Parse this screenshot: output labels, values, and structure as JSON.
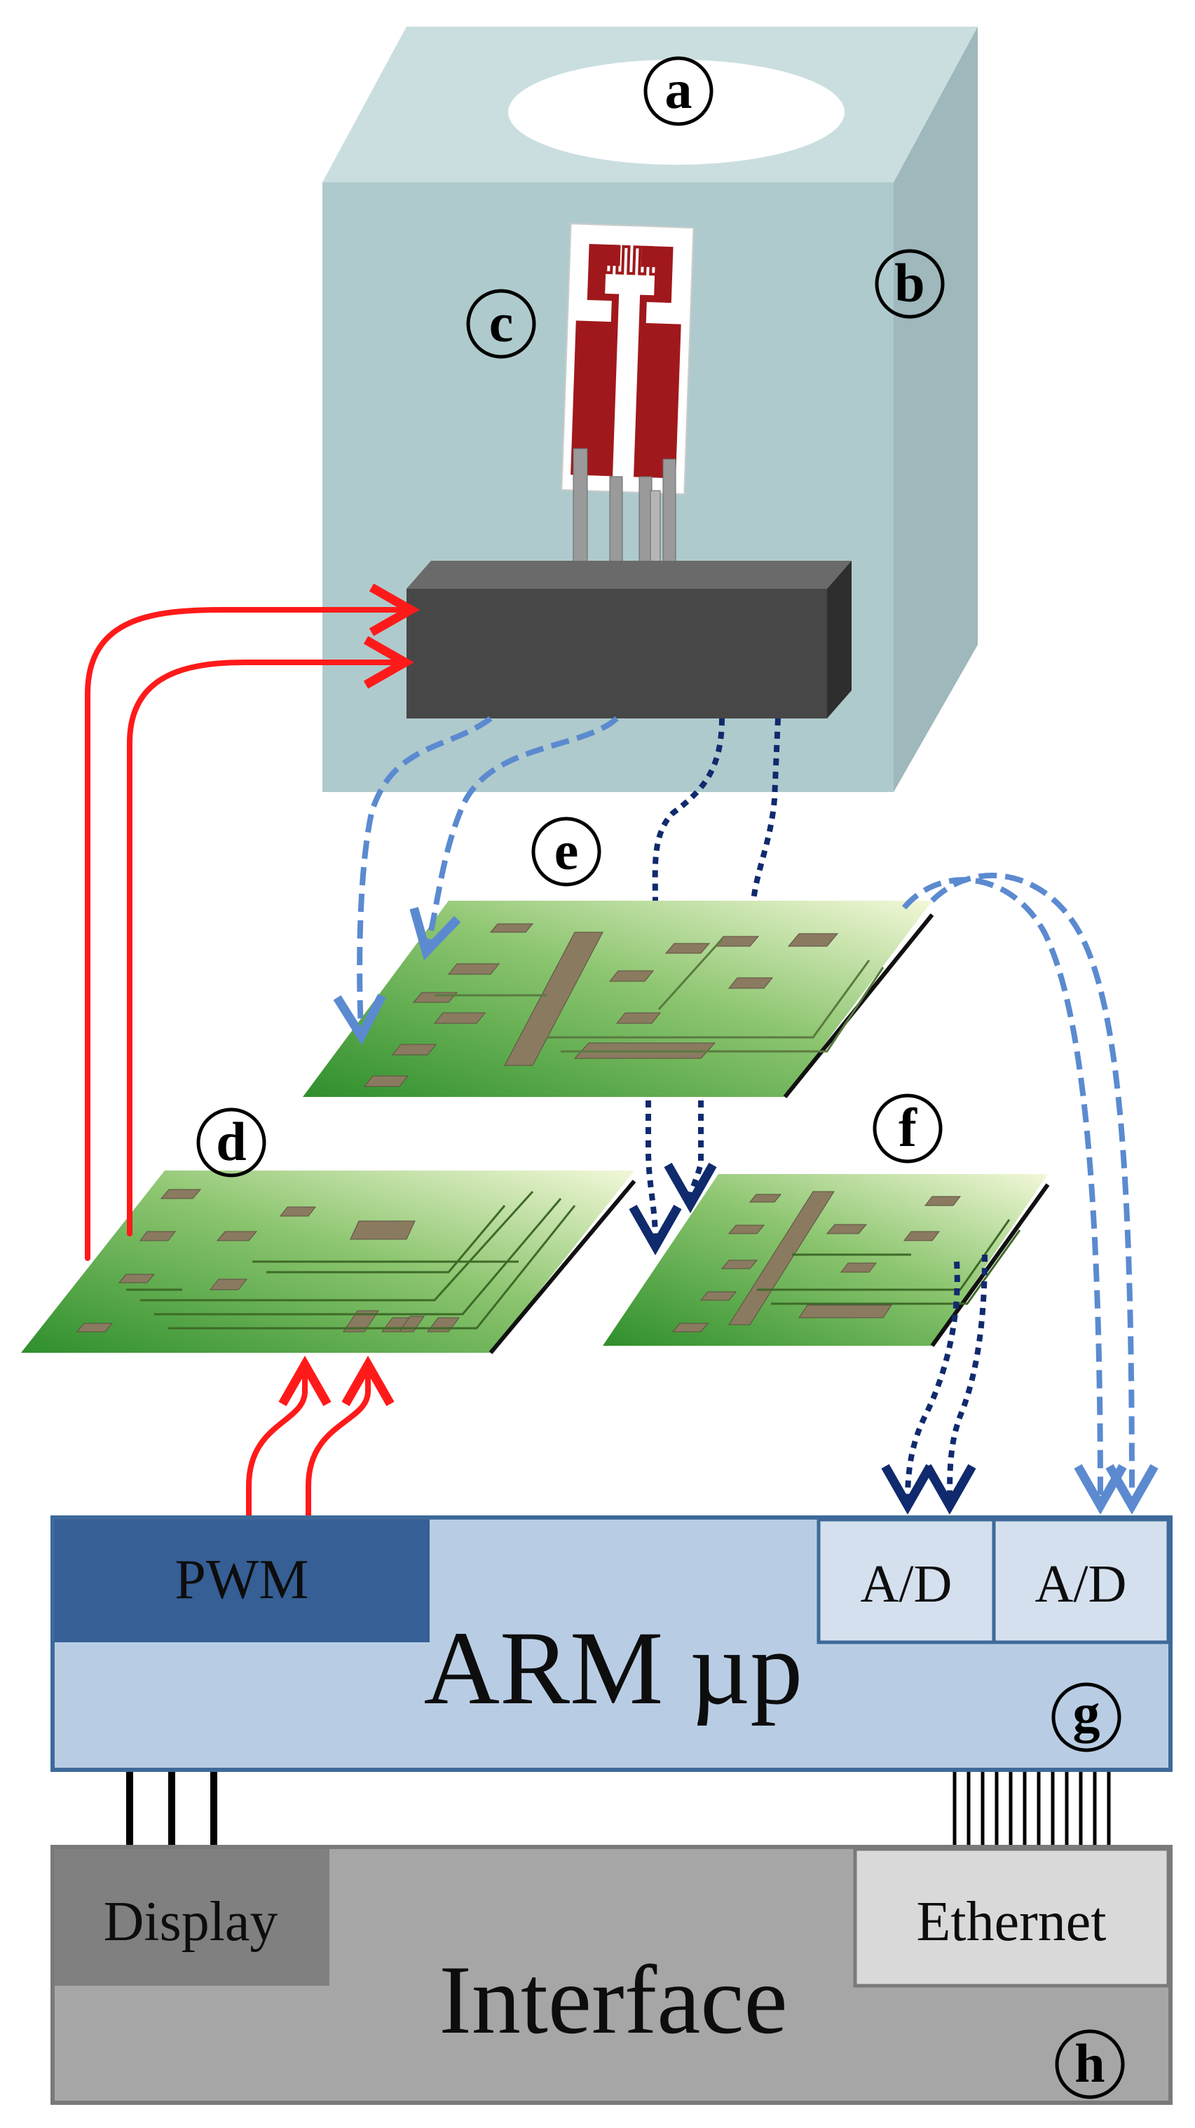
{
  "labels": {
    "a": "a",
    "b": "b",
    "c": "c",
    "d": "d",
    "e": "e",
    "f": "f",
    "g": "g",
    "h": "h"
  },
  "processor": {
    "title": "ARM µp",
    "pwm": "PWM",
    "adc1": "A/D",
    "adc2": "A/D"
  },
  "interface": {
    "title": "Interface",
    "display": "Display",
    "ethernet": "Ethernet"
  },
  "colors": {
    "chamber_front": "#a6c4c8",
    "chamber_top": "#c4dadd",
    "chamber_side": "#95b2b7",
    "connector": "#4a4a4a",
    "sensor_red": "#a0181c",
    "pcb_green": "#3e9e3a",
    "red_arrow": "#ff1a1a",
    "light_blue_arrow": "#5b8ad0",
    "dark_blue_arrow": "#102a6e",
    "arm_block": "#b8cde4",
    "pwm_block": "#355f95",
    "adc_block": "#d4e0ee",
    "interface_block": "#a6a6a6",
    "display_block": "#808080",
    "ethernet_block": "#d9d9d9"
  }
}
